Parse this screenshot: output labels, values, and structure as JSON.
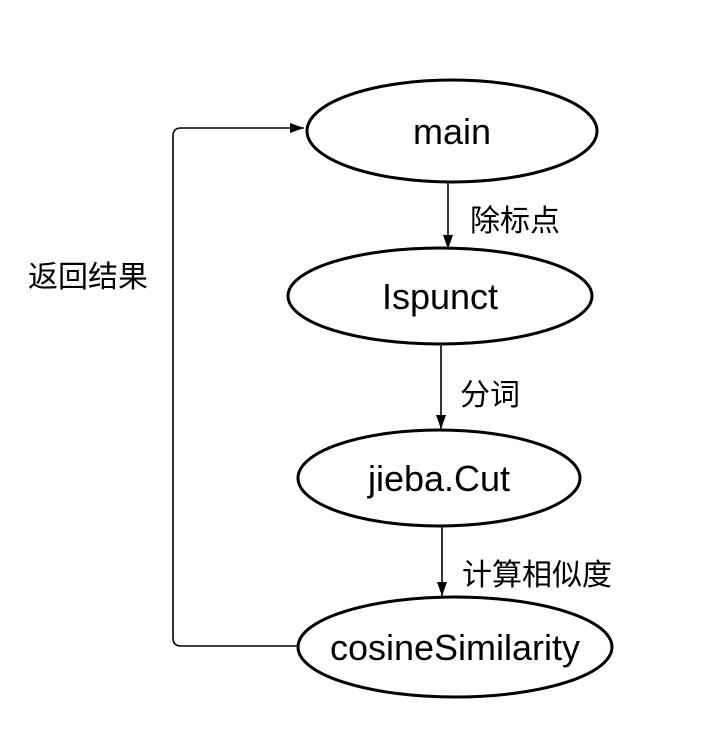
{
  "diagram": {
    "type": "flowchart",
    "nodes": [
      {
        "id": "main",
        "label": "main",
        "shape": "ellipse"
      },
      {
        "id": "ispunct",
        "label": "Ispunct",
        "shape": "ellipse"
      },
      {
        "id": "jieba-cut",
        "label": "jieba.Cut",
        "shape": "ellipse"
      },
      {
        "id": "cosine-similarity",
        "label": "cosineSimilarity",
        "shape": "ellipse"
      }
    ],
    "edges": [
      {
        "from": "main",
        "to": "ispunct",
        "label": "除标点"
      },
      {
        "from": "ispunct",
        "to": "jieba-cut",
        "label": "分词"
      },
      {
        "from": "jieba-cut",
        "to": "cosine-similarity",
        "label": "计算相似度"
      },
      {
        "from": "cosine-similarity",
        "to": "main",
        "label": "返回结果"
      }
    ],
    "colors": {
      "stroke": "#000000",
      "node_fill": "#ffffff",
      "text": "#000000",
      "background": "#ffffff"
    }
  }
}
